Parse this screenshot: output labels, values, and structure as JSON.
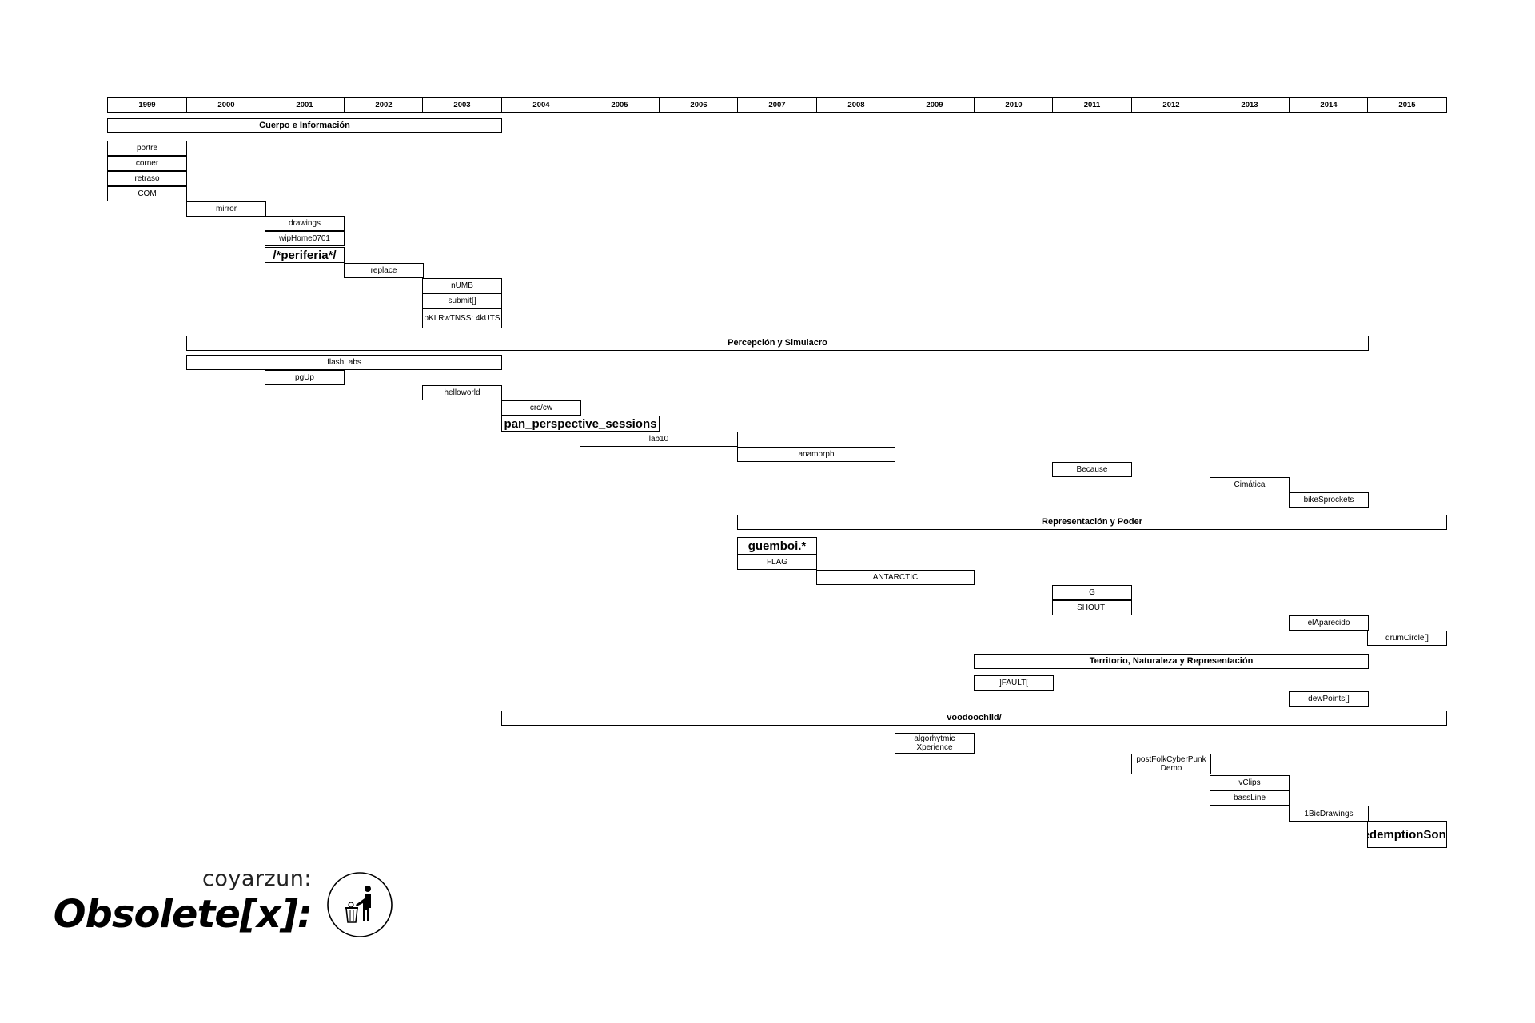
{
  "years": [
    "1999",
    "2000",
    "2001",
    "2002",
    "2003",
    "2004",
    "2005",
    "2006",
    "2007",
    "2008",
    "2009",
    "2010",
    "2011",
    "2012",
    "2013",
    "2014",
    "2015"
  ],
  "items": [
    {
      "label": "Cuerpo e Información",
      "kind": "section",
      "start": 1999,
      "span": 5,
      "row": 0
    },
    {
      "label": "portre",
      "start": 1999,
      "span": 1,
      "row": 1
    },
    {
      "label": "corner",
      "start": 1999,
      "span": 1,
      "row": 2
    },
    {
      "label": "retraso",
      "start": 1999,
      "span": 1,
      "row": 3
    },
    {
      "label": "COM",
      "start": 1999,
      "span": 1,
      "row": 4
    },
    {
      "label": "mirror",
      "start": 2000,
      "span": 1,
      "row": 5
    },
    {
      "label": "drawings",
      "start": 2001,
      "span": 1,
      "row": 6
    },
    {
      "label": "wipHome0701",
      "start": 2001,
      "span": 1,
      "row": 7
    },
    {
      "label": "/*periferia*/",
      "kind": "big",
      "start": 2001,
      "span": 1,
      "row": 8
    },
    {
      "label": "replace",
      "start": 2002,
      "span": 1,
      "row": 9
    },
    {
      "label": "nUMB",
      "start": 2003,
      "span": 1,
      "row": 10
    },
    {
      "label": "submit[]",
      "start": 2003,
      "span": 1,
      "row": 11
    },
    {
      "label": "oKLRwTNSS: 4kUTS",
      "start": 2003,
      "span": 1,
      "row": 12
    },
    {
      "label": "Percepción y Simulacro",
      "kind": "section",
      "start": 2000,
      "span": 15,
      "row": 13
    },
    {
      "label": "flashLabs",
      "start": 2000,
      "span": 4,
      "row": 14
    },
    {
      "label": "pgUp",
      "start": 2001,
      "span": 1,
      "row": 15
    },
    {
      "label": "helloworld",
      "start": 2003,
      "span": 1,
      "row": 16
    },
    {
      "label": "crc/cw",
      "start": 2004,
      "span": 1,
      "row": 17
    },
    {
      "label": "pan_perspective_sessions",
      "kind": "big",
      "start": 2004,
      "span": 2,
      "row": 18
    },
    {
      "label": "lab10",
      "start": 2005,
      "span": 2,
      "row": 19
    },
    {
      "label": "anamorph",
      "start": 2007,
      "span": 2,
      "row": 20
    },
    {
      "label": "Because",
      "start": 2011,
      "span": 1,
      "row": 21
    },
    {
      "label": "Cimática",
      "start": 2013,
      "span": 1,
      "row": 22
    },
    {
      "label": "bikeSprockets",
      "start": 2014,
      "span": 1,
      "row": 23
    },
    {
      "label": "Representación y Poder",
      "kind": "section",
      "start": 2007,
      "span": 9,
      "row": 24
    },
    {
      "label": "guemboi.*",
      "kind": "big",
      "start": 2007,
      "span": 1,
      "row": 25
    },
    {
      "label": "FLAG",
      "start": 2007,
      "span": 1,
      "row": 26
    },
    {
      "label": "ANTARCTIC",
      "start": 2008,
      "span": 2,
      "row": 27
    },
    {
      "label": "G",
      "start": 2011,
      "span": 1,
      "row": 28
    },
    {
      "label": "SHOUT!",
      "start": 2011,
      "span": 1,
      "row": 29
    },
    {
      "label": "elAparecido",
      "start": 2014,
      "span": 1,
      "row": 30
    },
    {
      "label": "drumCircle[]",
      "start": 2015,
      "span": 1,
      "row": 31
    },
    {
      "label": "Territorio, Naturaleza y Representación",
      "kind": "section",
      "start": 2010,
      "span": 5,
      "row": 32
    },
    {
      "label": "]FAULT[",
      "start": 2010,
      "span": 1,
      "row": 33
    },
    {
      "label": "dewPoints[]",
      "start": 2014,
      "span": 1,
      "row": 34
    },
    {
      "label": "voodoochild/",
      "kind": "section",
      "start": 2004,
      "span": 12,
      "row": 35
    },
    {
      "label": "algorhytmic Xperience",
      "start": 2009,
      "span": 1,
      "row": 36
    },
    {
      "label": "postFolkCyberPunk Demo",
      "start": 2012,
      "span": 1,
      "row": 37
    },
    {
      "label": "vClips",
      "start": 2013,
      "span": 1,
      "row": 38
    },
    {
      "label": "bassLine",
      "start": 2013,
      "span": 1,
      "row": 39
    },
    {
      "label": "1BicDrawings",
      "start": 2014,
      "span": 1,
      "row": 40
    },
    {
      "label": "RedemptionSongs",
      "kind": "big",
      "start": 2015,
      "span": 1,
      "row": 41
    }
  ],
  "brand": {
    "subtitle": "coyarzun:",
    "title": "Obsolete[x]:",
    "logo_icon": "trash-can-person-icon"
  }
}
